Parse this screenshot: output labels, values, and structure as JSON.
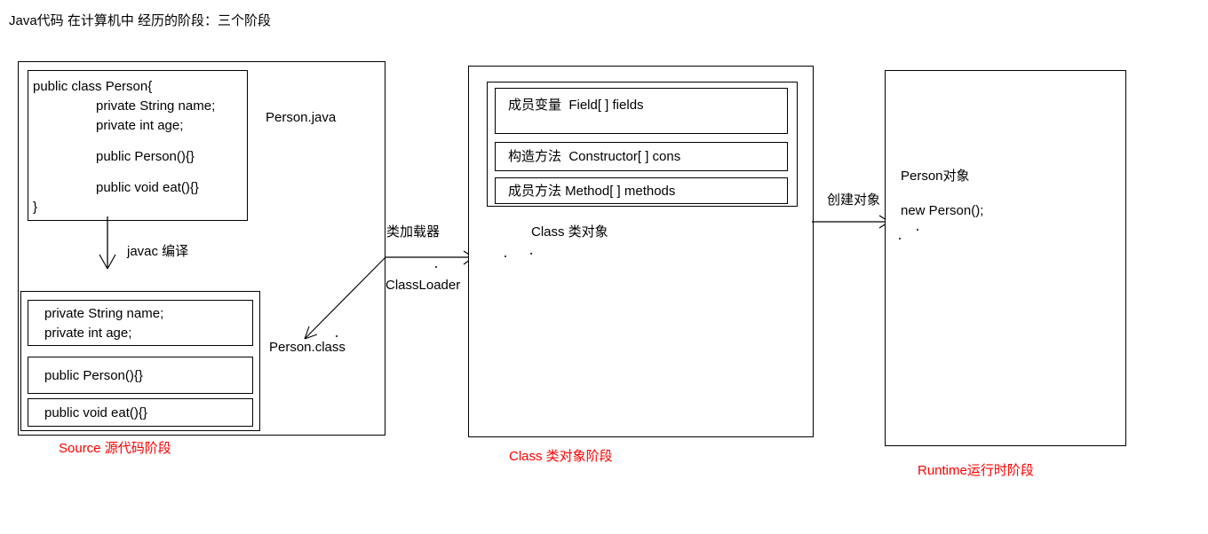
{
  "title": "Java代码 在计算机中 经历的阶段：三个阶段",
  "source_stage": {
    "file_label": "Person.java",
    "code_lines": [
      "public class Person{",
      "private String name;",
      "private int age;",
      "public Person(){}",
      "public void eat(){}",
      "}"
    ],
    "compile_label": "javac 编译",
    "class_file_label": "Person.class",
    "class_file_slots": [
      [
        "private String name;",
        "private int age;"
      ],
      [
        "public Person(){}"
      ],
      [
        "public void eat(){}"
      ]
    ],
    "caption": "Source 源代码阶段"
  },
  "loader": {
    "label_cn": "类加载器",
    "label_en": "ClassLoader"
  },
  "class_stage": {
    "slots": [
      "成员变量  Field[ ] fields",
      "构造方法  Constructor[ ] cons",
      "成员方法 Method[ ] methods"
    ],
    "object_label": "Class 类对象",
    "caption": "Class 类对象阶段"
  },
  "create": {
    "label": "创建对象"
  },
  "runtime_stage": {
    "object_label": "Person对象",
    "new_expression": "new Person();",
    "caption": "Runtime运行时阶段"
  },
  "colors": {
    "stroke": "#000000",
    "caption": "#ff0000",
    "background": "#ffffff"
  },
  "icons": {
    "down_arrow": "arrow-down-icon",
    "right_arrow": "arrow-right-icon",
    "diagonal_arrow": "arrow-diagonal-down-left-icon"
  }
}
